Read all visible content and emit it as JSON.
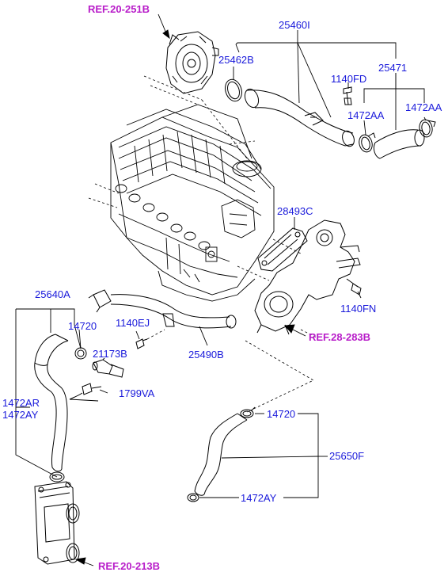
{
  "refs": {
    "turbo": "REF.20-251B",
    "thermostat": "REF.28-283B",
    "oil_cooler": "REF.20-213B"
  },
  "parts": {
    "p25460I": "25460I",
    "p25462B": "25462B",
    "p25471": "25471",
    "p1140FD": "1140FD",
    "p1472AA_a": "1472AA",
    "p1472AA_b": "1472AA",
    "p28493C": "28493C",
    "p1140FN": "1140FN",
    "p25640A": "25640A",
    "p14720_a": "14720",
    "p1140EJ": "1140EJ",
    "p21173B": "21173B",
    "p25490B": "25490B",
    "p1799VA": "1799VA",
    "p1472AR": "1472AR",
    "p1472AY_a": "1472AY",
    "p14720_b": "14720",
    "p25650F": "25650F",
    "p1472AY_b": "1472AY"
  },
  "colors": {
    "part_label": "#1a1adb",
    "ref_label": "#b81cc9",
    "line": "#000000"
  }
}
